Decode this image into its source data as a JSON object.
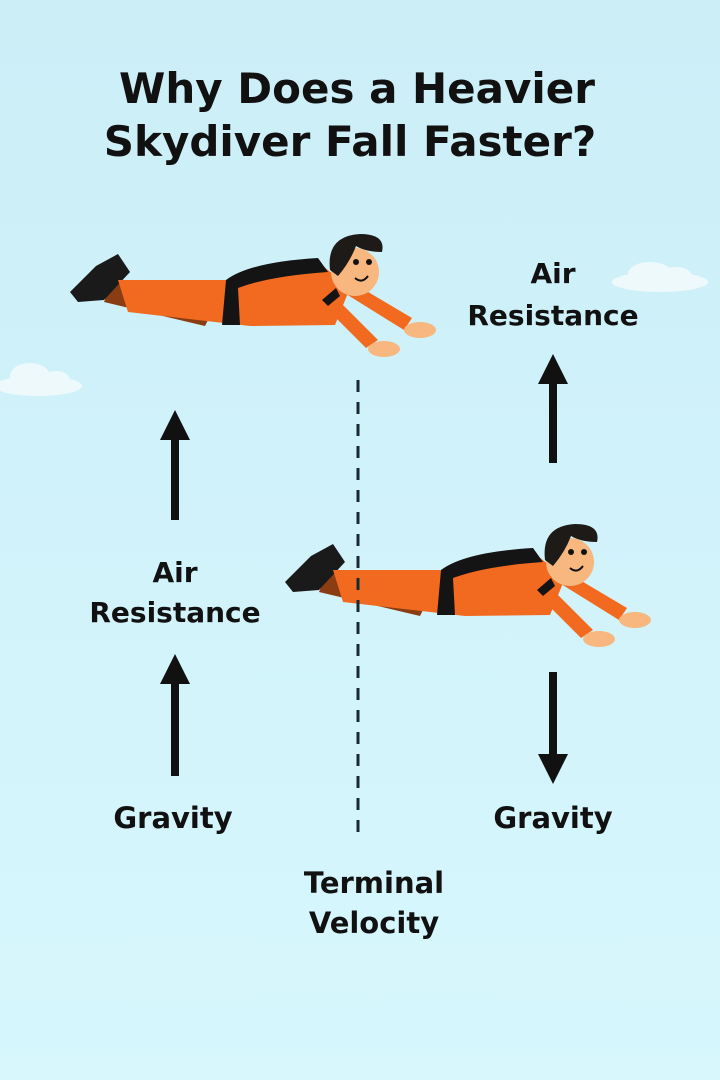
{
  "title": {
    "line1": "Why Does a Heavier",
    "line2": "Skydiver Fall Faster?"
  },
  "labels": {
    "right_air_resistance": {
      "line1": "Air",
      "line2": "Resistance"
    },
    "left_air_resistance": {
      "line1": "Air",
      "line2": "Resistance"
    },
    "left_gravity": "Gravity",
    "right_gravity": "Gravity",
    "terminal_velocity": {
      "line1": "Terminal",
      "line2": "Velocity"
    }
  },
  "colors": {
    "sky": "#cdf0f8",
    "suit": "#f26a1f",
    "skin": "#f7b77f",
    "hair": "#1d1a17",
    "arrow": "#111111"
  }
}
